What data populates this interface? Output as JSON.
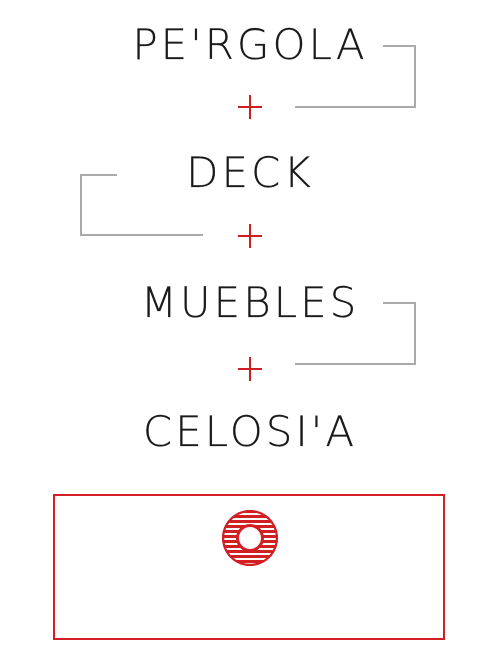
{
  "steps": {
    "step1": "PE'RGOLA",
    "step2": "DECK",
    "step3": "MUEBLES",
    "step4": "CELOSI'A"
  },
  "icons": {
    "plus": "plus-icon",
    "logo": "circle-stripes-logo-icon"
  },
  "colors": {
    "accent": "#d11f23",
    "text": "#1a1a1a",
    "connector": "#aaaaaa"
  }
}
